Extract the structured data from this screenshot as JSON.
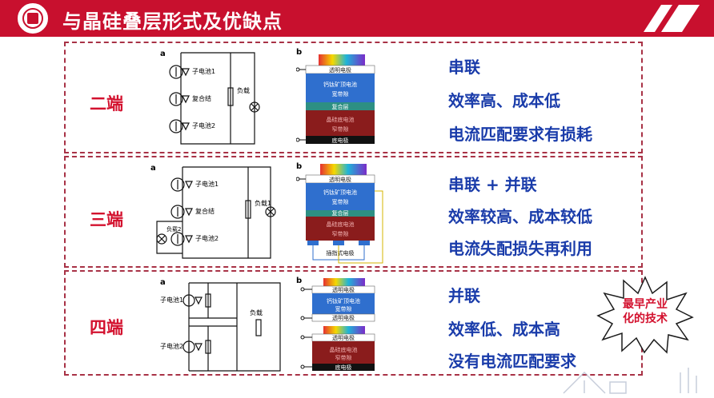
{
  "header": {
    "title": "与晶硅叠层形式及优缺点"
  },
  "panels": [
    {
      "label": "二端",
      "features": [
        "串联",
        "效率高、成本低",
        "电流匹配要求有损耗"
      ],
      "circuit": {
        "tag": "a",
        "cells": [
          "子电池1",
          "复合结",
          "子电池2"
        ],
        "load": "负载"
      },
      "stack": {
        "tag": "b",
        "layers": [
          "透明电极",
          "钙钛矿顶电池",
          "宽带隙",
          "复合层",
          "晶硅底电池",
          "窄带隙",
          "底电极"
        ]
      }
    },
    {
      "label": "三端",
      "features": [
        "串联 + 并联",
        "效率较高、成本较低",
        "电流失配损失再利用"
      ],
      "circuit": {
        "tag": "a",
        "cells": [
          "子电池1",
          "复合结",
          "子电池2"
        ],
        "load": "负载1",
        "load2": "负载2"
      },
      "stack": {
        "tag": "b",
        "layers": [
          "透明电极",
          "钙钛矿顶电池",
          "宽带隙",
          "复合层",
          "晶硅底电池",
          "窄带隙",
          "插指式电极"
        ]
      }
    },
    {
      "label": "四端",
      "features": [
        "并联",
        "效率低、成本高",
        "没有电流匹配要求"
      ],
      "circuit": {
        "tag": "a",
        "cells": [
          "子电池1",
          "子电池2"
        ],
        "load": "负载"
      },
      "stack": {
        "tag": "b",
        "layers": [
          "透明电极",
          "钙钛矿顶电池",
          "宽带隙",
          "透明电极",
          "透明电极",
          "晶硅底电池",
          "窄带隙",
          "底电极"
        ]
      }
    }
  ],
  "badge": {
    "line1": "最早产业",
    "line2": "化的技术"
  },
  "colors": {
    "accent": "#c8102e",
    "label": "#d3112e",
    "feature": "#1a3caa",
    "top_cell": "#2f6fce",
    "bottom_cell": "#8a1c1c",
    "junction": "#2d8f83"
  }
}
